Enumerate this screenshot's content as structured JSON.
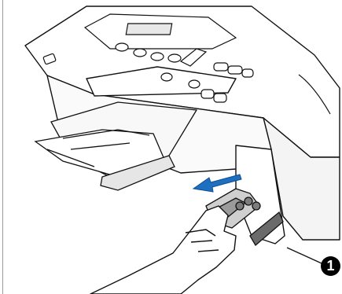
{
  "figure": {
    "callout_number": "1",
    "colors": {
      "line": "#111111",
      "fill_light": "#ffffff",
      "fill_gray": "#d9d9d9",
      "fill_dark": "#6e6e6e",
      "arrow": "#1e6fc0"
    },
    "icons": [
      "printer-illustration",
      "ink-cartridge",
      "hand",
      "pull-arrow",
      "callout-marker"
    ]
  }
}
